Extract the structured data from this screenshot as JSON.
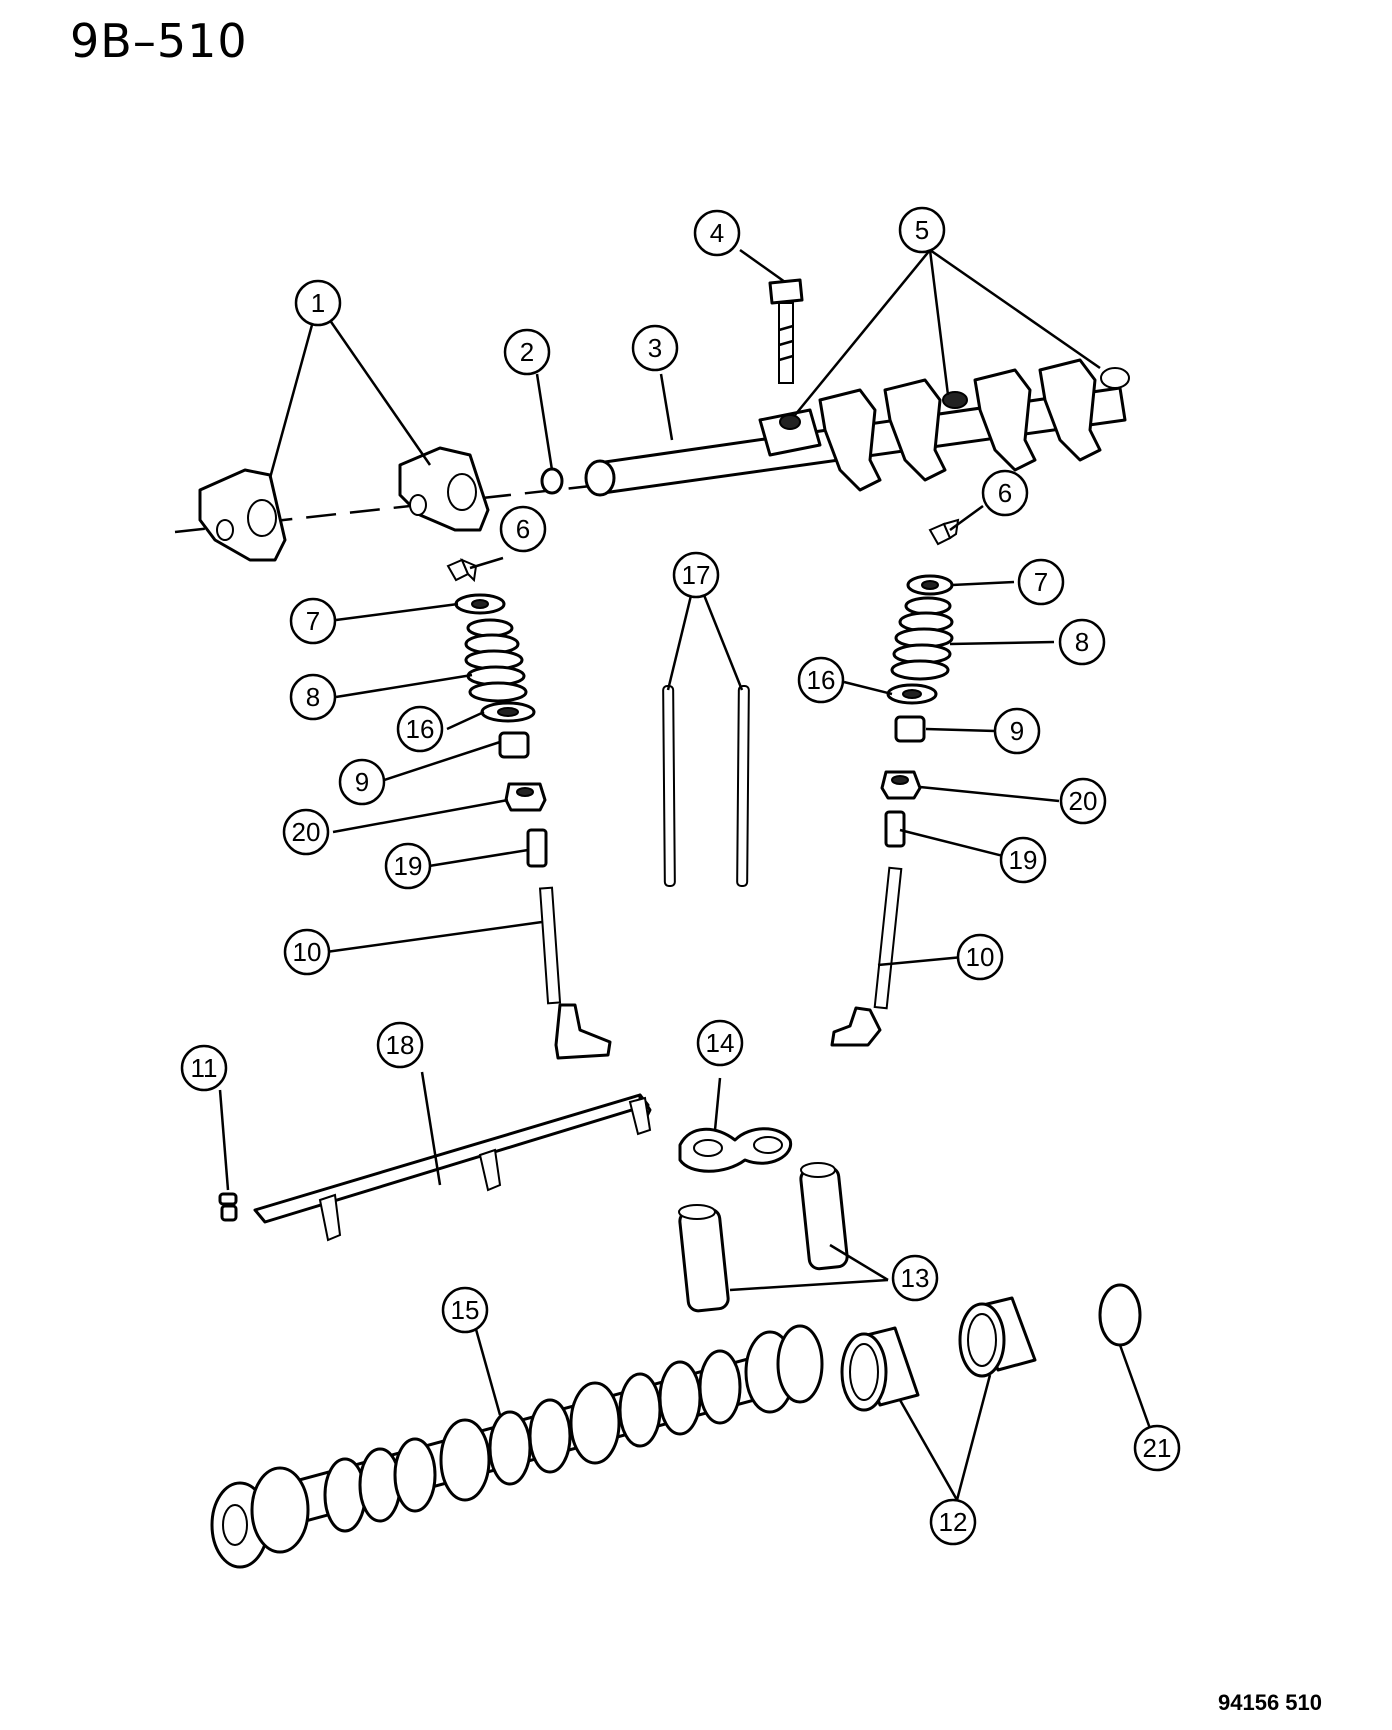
{
  "page_title": "9B–510",
  "ref_code": "94156  510",
  "callouts": [
    "1",
    "2",
    "3",
    "4",
    "5",
    "6",
    "6",
    "7",
    "7",
    "8",
    "8",
    "16",
    "16",
    "9",
    "9",
    "20",
    "20",
    "19",
    "19",
    "10",
    "10",
    "17",
    "11",
    "18",
    "14",
    "13",
    "15",
    "12",
    "21"
  ]
}
